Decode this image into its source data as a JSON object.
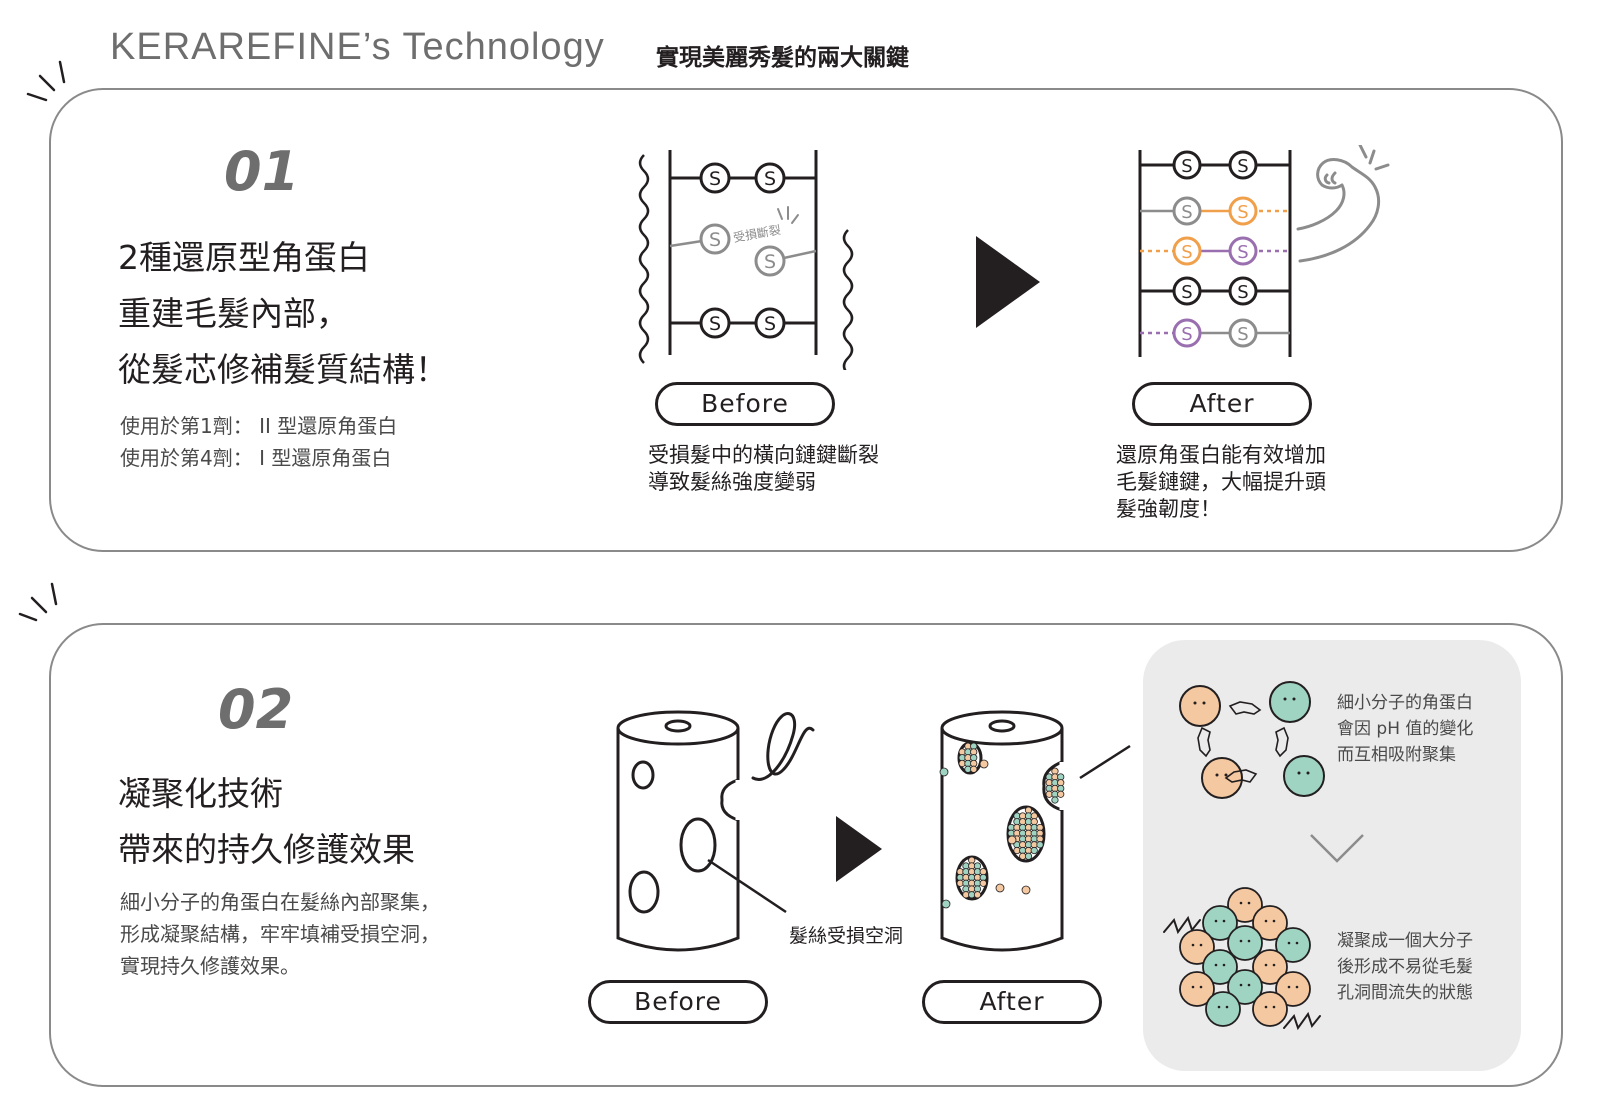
{
  "header": {
    "title": "KERAREFINE’s Technology",
    "subtitle": "實現美麗秀髮的兩大關鍵"
  },
  "section1": {
    "number": "01",
    "heading": [
      "2種還原型角蛋白",
      "重建毛髮內部，",
      "從髮芯修補髮質結構！"
    ],
    "desc": [
      "使用於第1劑： II 型還原角蛋白",
      "使用於第4劑： I 型還原角蛋白"
    ],
    "bond_label": "S",
    "damage_label": "受損斷裂",
    "before_label": "Before",
    "after_label": "After",
    "before_caption": [
      "受損髮中的橫向鏈鍵斷裂",
      "導致髮絲強度變弱"
    ],
    "after_caption": [
      "還原角蛋白能有效增加",
      "毛髮鏈鍵，大幅提升頭",
      "髮強韌度！"
    ]
  },
  "section2": {
    "number": "02",
    "heading": [
      "凝聚化技術",
      "帶來的持久修護效果"
    ],
    "desc": [
      "細小分子的角蛋白在髮絲內部聚集，",
      "形成凝聚結構，牢牢填補受損空洞，",
      "實現持久修護效果。"
    ],
    "hole_label": "髮絲受損空洞",
    "before_label": "Before",
    "after_label": "After",
    "side_top": [
      "細小分子的角蛋白",
      "會因 pH 值的變化",
      "而互相吸附聚集"
    ],
    "side_bottom": [
      "凝聚成一個大分子",
      "後形成不易從毛髮",
      "孔洞間流失的狀態"
    ]
  },
  "colors": {
    "orange": "#f0a04b",
    "purple": "#9a6fb0",
    "gray": "#8c8c8c",
    "peach": "#f4c8a0",
    "mint": "#9fd3c2",
    "dark": "#231f20"
  }
}
